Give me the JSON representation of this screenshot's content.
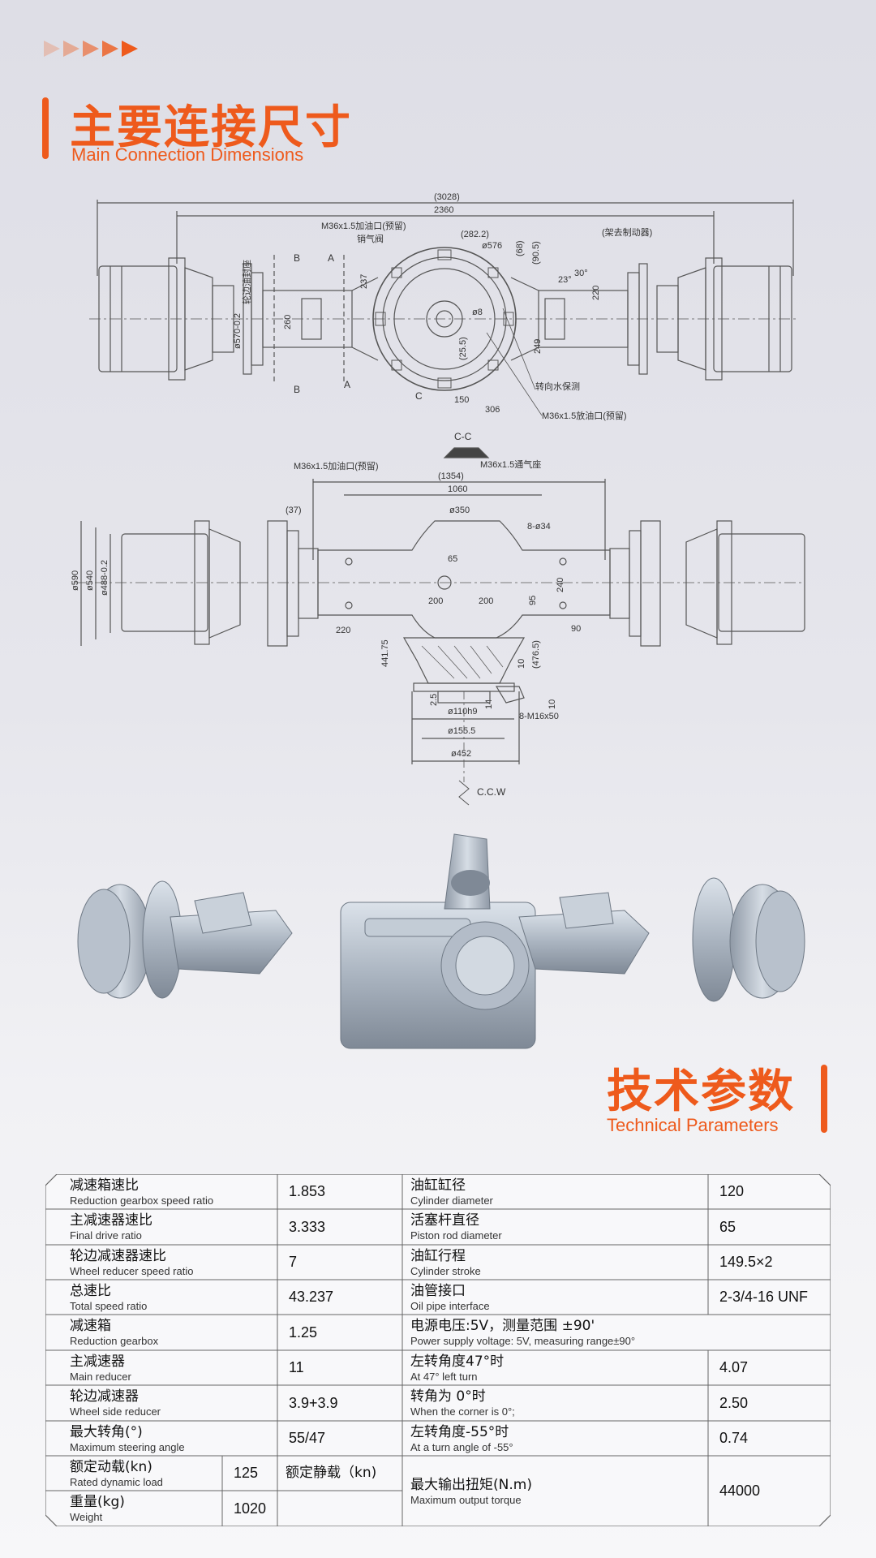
{
  "header": {
    "title_cn": "主要连接尺寸",
    "title_en": "Main Connection Dimensions"
  },
  "section2": {
    "title_cn": "技术参数",
    "title_en": "Technical Parameters"
  },
  "drawing": {
    "top": {
      "dims": [
        "(3028)",
        "2360",
        "(282.2)",
        "ø576",
        "(68)",
        "(90.5)",
        "260",
        "237",
        "ø570-0.2",
        "150",
        "306",
        "220",
        "(25.5)",
        "ø8",
        "23°",
        "30°",
        "249"
      ],
      "labels": [
        "M36x1.5加油口(预留)",
        "销气阀",
        "(架去制动器)",
        "轮边油封座",
        "转向水保测",
        "M36x1.5放油口(预留)",
        "A",
        "B",
        "C"
      ]
    },
    "section_mark": "C-C",
    "front": {
      "dims": [
        "(1354)",
        "1060",
        "ø350",
        "8-ø34",
        "(37)",
        "65",
        "200",
        "200",
        "220",
        "90",
        "240",
        "95",
        "441.75",
        "(476.5)",
        "10",
        "10",
        "2.5",
        "14",
        "ø110h9",
        "ø155.5",
        "ø452",
        "8-M16x50",
        "ø590",
        "ø540",
        "ø488-0.2"
      ],
      "labels": [
        "M36x1.5加油口(预留)",
        "M36x1.5通气座"
      ]
    },
    "rotation": "C.C.W"
  },
  "table": {
    "rows": [
      {
        "l_cn": "减速箱速比",
        "l_en": "Reduction gearbox speed ratio",
        "l_val": "1.853",
        "r_cn": "油缸缸径",
        "r_en": "Cylinder diameter",
        "r_val": "120"
      },
      {
        "l_cn": "主减速器速比",
        "l_en": "Final drive ratio",
        "l_val": "3.333",
        "r_cn": "活塞杆直径",
        "r_en": "Piston rod diameter",
        "r_val": "65"
      },
      {
        "l_cn": "轮边减速器速比",
        "l_en": "Wheel reducer speed ratio",
        "l_val": "7",
        "r_cn": "油缸行程",
        "r_en": "Cylinder stroke",
        "r_val": "149.5×2"
      },
      {
        "l_cn": "总速比",
        "l_en": "Total speed ratio",
        "l_val": "43.237",
        "r_cn": "油管接口",
        "r_en": "Oil pipe interface",
        "r_val": "2-3/4-16 UNF"
      },
      {
        "l_cn": "减速箱",
        "l_en": "Reduction gearbox",
        "l_val": "1.25",
        "r_cn": "电源电压:5V，测量范围 ±90'",
        "r_en": "Power supply voltage: 5V, measuring range±90°",
        "r_val": ""
      },
      {
        "l_cn": "主减速器",
        "l_en": "Main reducer",
        "l_val": "11",
        "r_cn": "左转角度47°时",
        "r_en": "At 47° left turn",
        "r_val": "4.07"
      },
      {
        "l_cn": "轮边减速器",
        "l_en": "Wheel side reducer",
        "l_val": "3.9+3.9",
        "r_cn": "转角为 0°时",
        "r_en": "When the corner is 0°;",
        "r_val": "2.50"
      },
      {
        "l_cn": "最大转角(°)",
        "l_en": "Maximum steering angle",
        "l_val": "55/47",
        "r_cn": "左转角度-55°时",
        "r_en": "At a turn angle of -55°",
        "r_val": "0.74"
      },
      {
        "l_cn": "额定动载(kn)",
        "l_en": "Rated dynamic load",
        "l_val": "125",
        "mid": "额定静载（kn)",
        "r_cn": "最大输出扭矩(N.m)",
        "r_en": "Maximum output torque",
        "r_val": "44000"
      },
      {
        "l_cn": "重量(kg)",
        "l_en": "Weight",
        "l_val": "1020"
      }
    ]
  },
  "colors": {
    "accent": "#ee5a1c",
    "line": "#5c5c5c"
  }
}
